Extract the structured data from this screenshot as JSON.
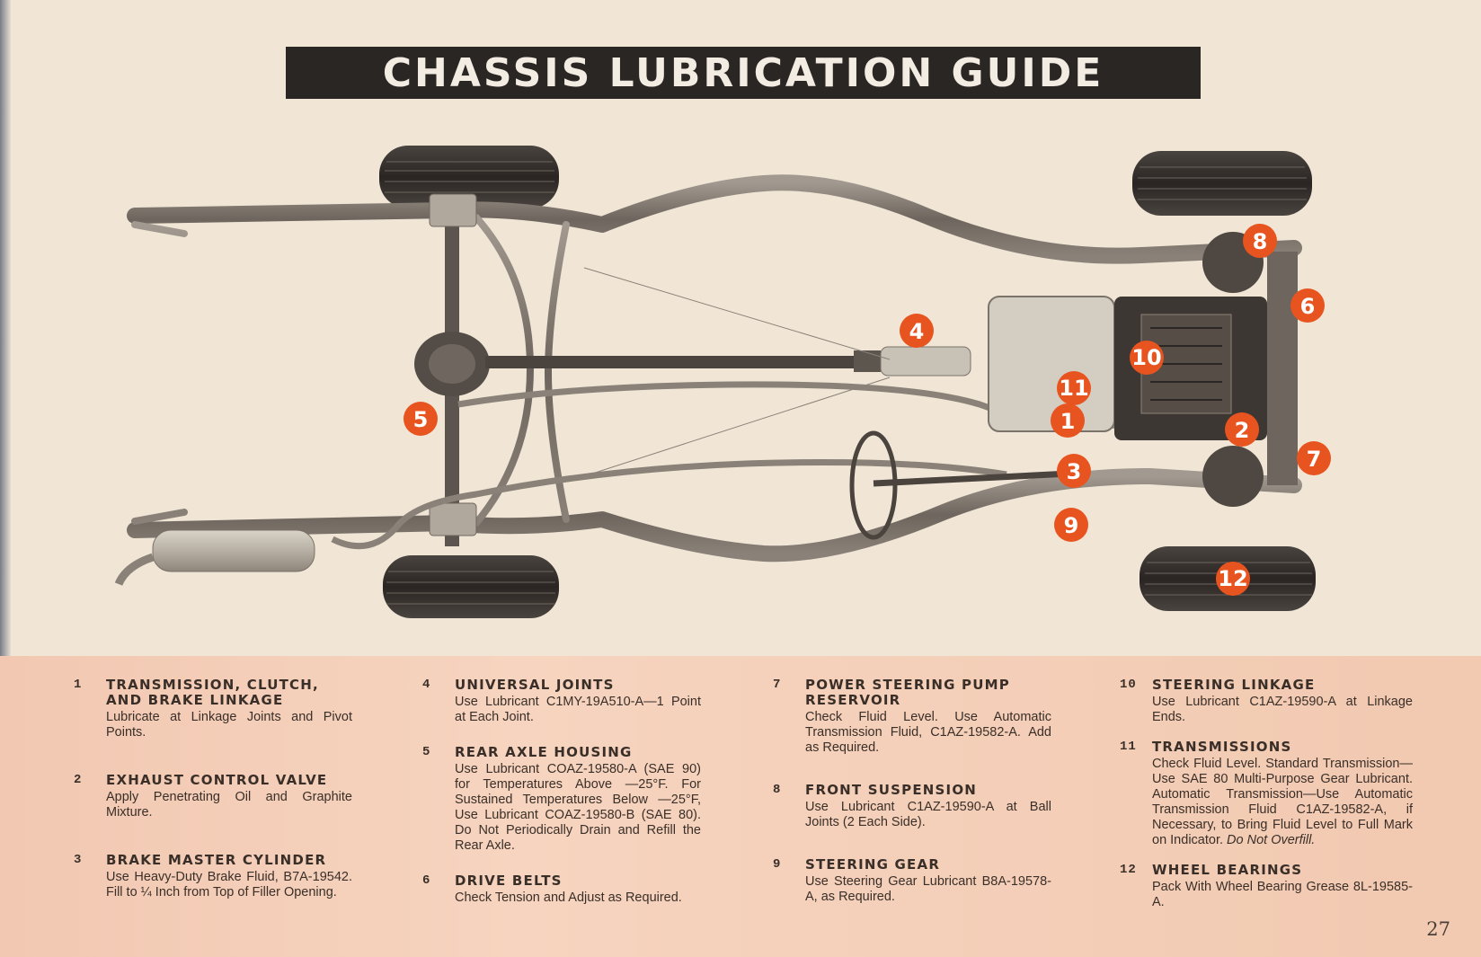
{
  "title": "CHASSIS LUBRICATION GUIDE",
  "page_number": "27",
  "accent_color": "#e8541f",
  "callouts": [
    "1",
    "2",
    "3",
    "4",
    "5",
    "6",
    "7",
    "8",
    "9",
    "10",
    "11",
    "12"
  ],
  "items": [
    {
      "num": "1",
      "heading": "TRANSMISSION, CLUTCH, AND BRAKE LINKAGE",
      "text": "Lubricate at Linkage Joints and Pivot Points."
    },
    {
      "num": "2",
      "heading": "EXHAUST CONTROL VALVE",
      "text": "Apply Penetrating Oil and Graphite Mixture."
    },
    {
      "num": "3",
      "heading": "BRAKE MASTER CYLINDER",
      "text": "Use Heavy-Duty Brake Fluid, B7A-19542. Fill to ¼ Inch from Top of Filler Opening."
    },
    {
      "num": "4",
      "heading": "UNIVERSAL JOINTS",
      "text": "Use Lubricant C1MY-19A510-A—1 Point at Each Joint."
    },
    {
      "num": "5",
      "heading": "REAR AXLE HOUSING",
      "text": "Use Lubricant COAZ-19580-A (SAE 90) for Temperatures Above —25°F. For Sustained Temperatures Below —25°F, Use Lubricant COAZ-19580-B (SAE 80). Do Not Periodically Drain and Refill the Rear Axle."
    },
    {
      "num": "6",
      "heading": "DRIVE BELTS",
      "text": "Check Tension and Adjust as Required."
    },
    {
      "num": "7",
      "heading": "POWER STEERING PUMP RESERVOIR",
      "text": "Check Fluid Level. Use Automatic Transmission Fluid, C1AZ-19582-A. Add as Required."
    },
    {
      "num": "8",
      "heading": "FRONT SUSPENSION",
      "text": "Use Lubricant C1AZ-19590-A at Ball Joints (2 Each Side)."
    },
    {
      "num": "9",
      "heading": "STEERING GEAR",
      "text": "Use Steering Gear Lubricant B8A-19578-A, as Required."
    },
    {
      "num": "10",
      "heading": "STEERING LINKAGE",
      "text": "Use Lubricant C1AZ-19590-A at Linkage Ends."
    },
    {
      "num": "11",
      "heading": "TRANSMISSIONS",
      "text": "Check Fluid Level. Standard Transmission—Use SAE 80 Multi-Purpose Gear Lubricant. Automatic Transmission—Use Automatic Transmission Fluid C1AZ-19582-A, if Necessary, to Bring Fluid Level to Full Mark on Indicator.",
      "note": "Do Not Overfill."
    },
    {
      "num": "12",
      "heading": "WHEEL BEARINGS",
      "text": "Pack With Wheel Bearing Grease 8L-19585-A."
    }
  ]
}
